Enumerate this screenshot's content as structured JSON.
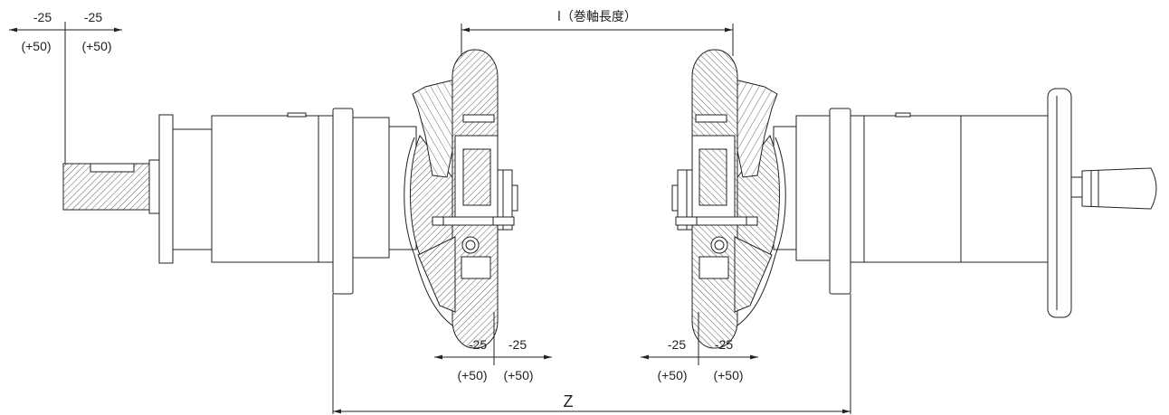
{
  "drawing": {
    "top_left_offsets": {
      "minus_left": "-25",
      "minus_right": "-25",
      "plus_left": "(+50)",
      "plus_right": "(+50)"
    },
    "roll_length_label": "l（巻軸長度）",
    "left_chuck_offsets": {
      "minus_left": "-25",
      "minus_right": "-25",
      "plus_left": "(+50)",
      "plus_right": "(+50)"
    },
    "right_chuck_offsets": {
      "minus_left": "-25",
      "minus_right": "-25",
      "plus_left": "(+50)",
      "plus_right": "(+50)"
    },
    "overall_length_label": "Z"
  }
}
